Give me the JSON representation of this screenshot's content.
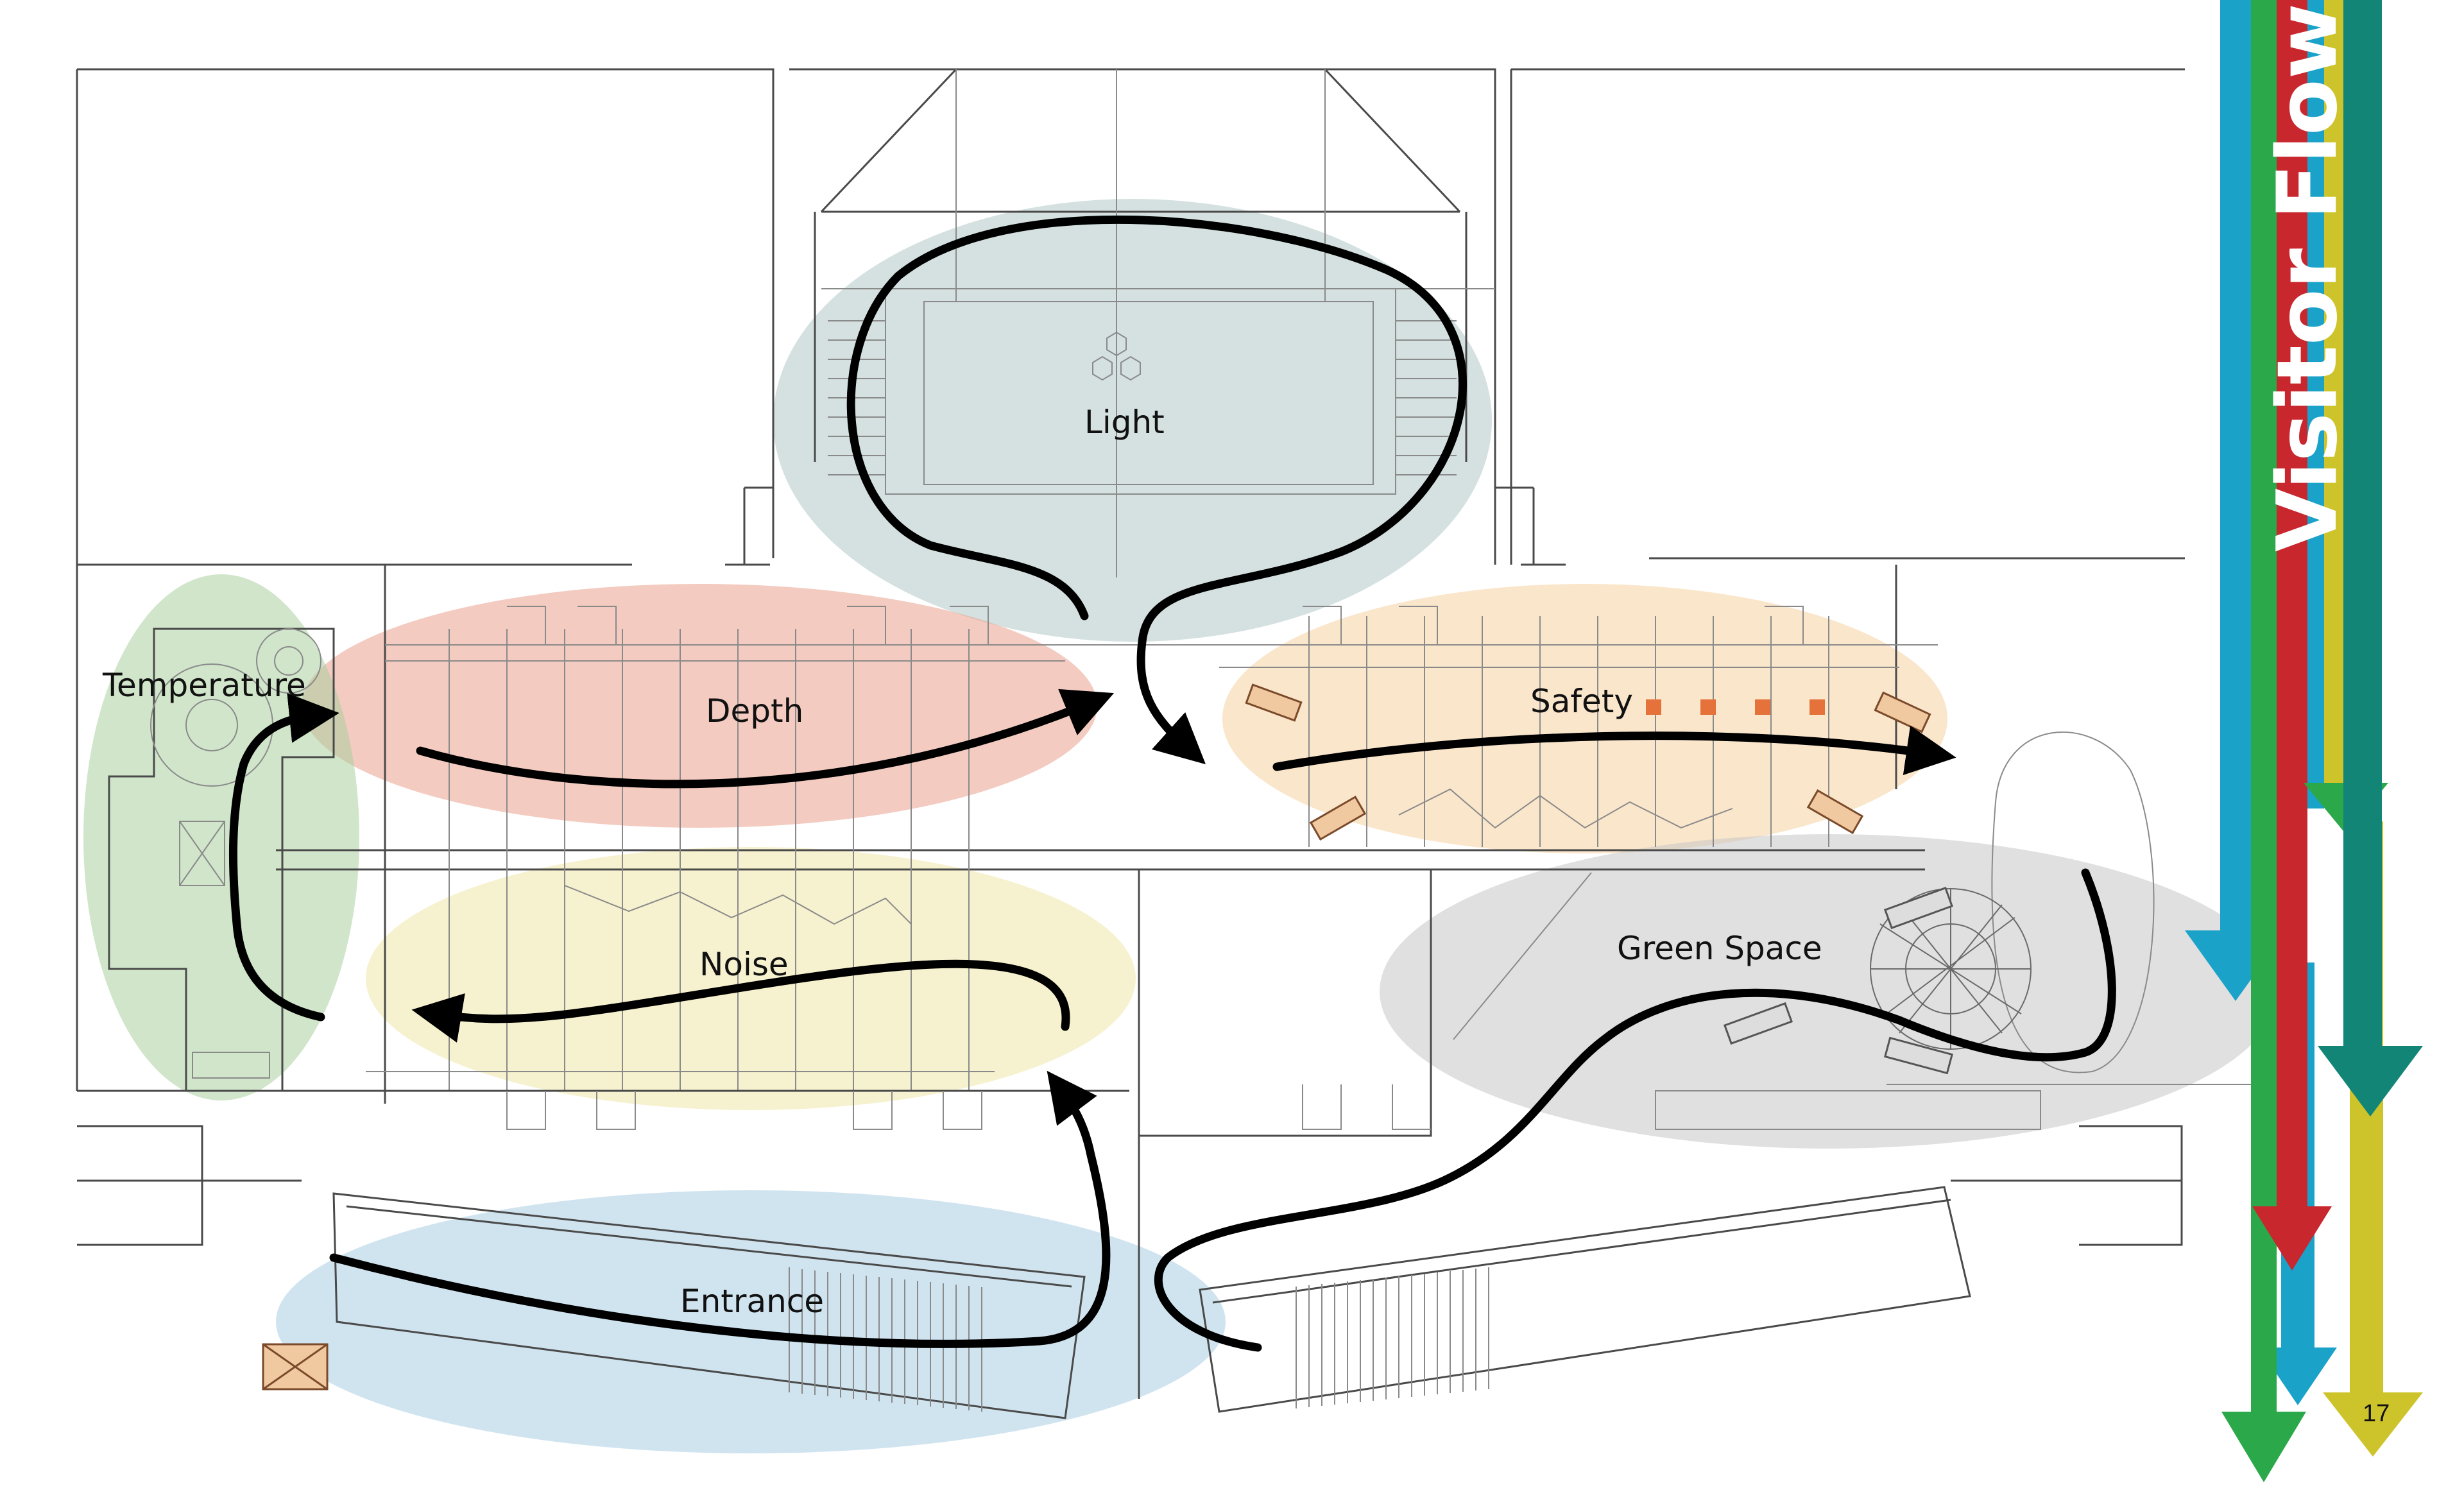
{
  "zones": {
    "light": "Light",
    "depth": "Depth",
    "safety": "Safety",
    "temperature": "Temperature",
    "noise": "Noise",
    "green_space": "Green Space",
    "entrance": "Entrance"
  },
  "sidebar": {
    "title": "Visitor Flow",
    "page_number": "17"
  },
  "colors": {
    "light_zone": "#9fbcbb",
    "depth_zone": "#e9a08c",
    "safety_zone": "#f6d2a0",
    "temperature_zone": "#a9cf9f",
    "noise_zone": "#efe6a6",
    "green_space_zone": "#c6c6c6",
    "entrance_zone": "#a9cde3",
    "arrow_blue": "#1ba2c8",
    "arrow_green": "#2ba84a",
    "arrow_red": "#c8272e",
    "arrow_yellow": "#cdc32b",
    "arrow_teal": "#128577"
  }
}
